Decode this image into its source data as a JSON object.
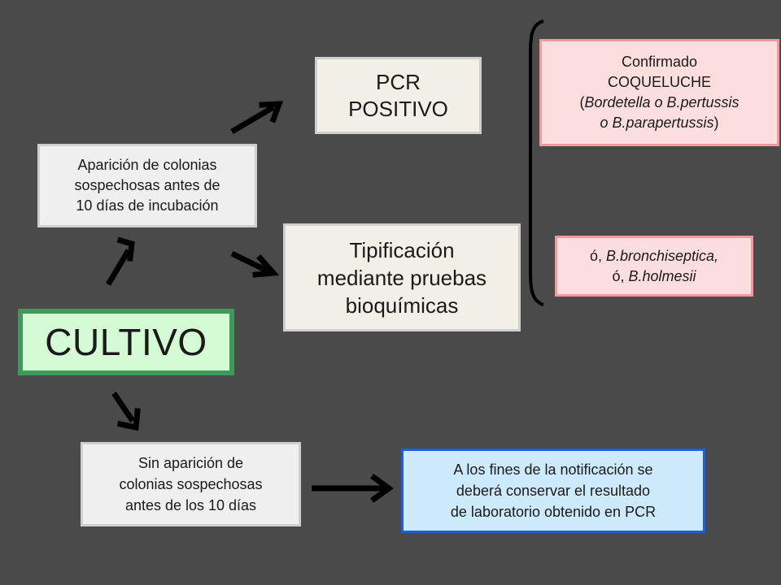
{
  "nodes": {
    "cultivo": {
      "label": "CULTIVO"
    },
    "aparicion": {
      "lines": [
        "Aparición de colonias",
        "sospechosas antes de",
        "10 días de incubación"
      ]
    },
    "pcr": {
      "lines": [
        "PCR",
        "POSITIVO"
      ]
    },
    "tipificacion": {
      "lines": [
        "Tipificación",
        "mediante pruebas",
        "bioquímicas"
      ]
    },
    "confirmado": {
      "line1": "Confirmado",
      "line2": "COQUELUCHE",
      "line3_open": "(",
      "line3_italic": "Bordetella o B.pertussis",
      "line4_italic": "o B.parapertussis",
      "line4_close": ")"
    },
    "alternativa": {
      "line1_prefix": "ó, ",
      "line1_italic": "B.bronchiseptica,",
      "line2_prefix": "ó, ",
      "line2_italic": "B.holmesii"
    },
    "sin": {
      "lines": [
        "Sin aparición de",
        "colonias sospechosas",
        "antes de los 10 días"
      ]
    },
    "notificacion": {
      "lines": [
        "A los fines de la notificación se",
        "deberá conservar el resultado",
        "de laboratorio obtenido en PCR"
      ]
    }
  },
  "colors": {
    "background": "#4a4a4a",
    "cultivo_fill": "#d5fbd5",
    "cultivo_border": "#3e9a5a",
    "result_fill": "#fddede",
    "result_border": "#f2999b",
    "notice_fill": "#cdeafb",
    "notice_border": "#1d5fe0",
    "arrow": "#000000"
  },
  "edges": [
    {
      "from": "cultivo",
      "to": "aparicion"
    },
    {
      "from": "aparicion",
      "to": "pcr"
    },
    {
      "from": "aparicion",
      "to": "tipificacion"
    },
    {
      "from": "cultivo",
      "to": "sin"
    },
    {
      "from": "sin",
      "to": "notificacion"
    },
    {
      "from": "pcr",
      "to": "confirmado",
      "style": "bracket"
    },
    {
      "from": "tipificacion",
      "to": "alternativa",
      "style": "bracket"
    }
  ]
}
